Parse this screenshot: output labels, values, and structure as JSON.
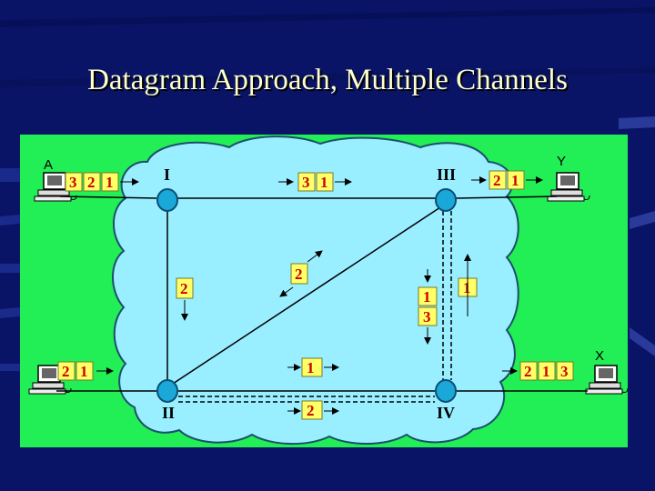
{
  "slide": {
    "title": "Datagram Approach, Multiple Channels"
  },
  "colors": {
    "background": "#0a1466",
    "panel": "#22ee55",
    "cloud": "#99eeff",
    "packet": "#ffff66",
    "packet_text": "#cc0000",
    "node": "#1aa8d8"
  },
  "hosts": {
    "a": "A",
    "y": "Y",
    "x": "X"
  },
  "nodes": {
    "n1": "I",
    "n2": "II",
    "n3": "III",
    "n4": "IV"
  },
  "packets": {
    "at_a": [
      "3",
      "2",
      "1"
    ],
    "i_to_iii": [
      "3",
      "1"
    ],
    "at_y": [
      "2",
      "1"
    ],
    "i_to_ii": [
      "2"
    ],
    "ii_to_iii": [
      "2"
    ],
    "iv_up": [
      "1"
    ],
    "iii_down": [
      "1",
      "3"
    ],
    "left_lower": [
      "2",
      "1"
    ],
    "ii_iv_upper": [
      "1"
    ],
    "ii_iv_lower": [
      "2"
    ],
    "at_x": [
      "2",
      "1",
      "3"
    ]
  },
  "icons": [
    "computer-icon",
    "arrow-icon"
  ]
}
